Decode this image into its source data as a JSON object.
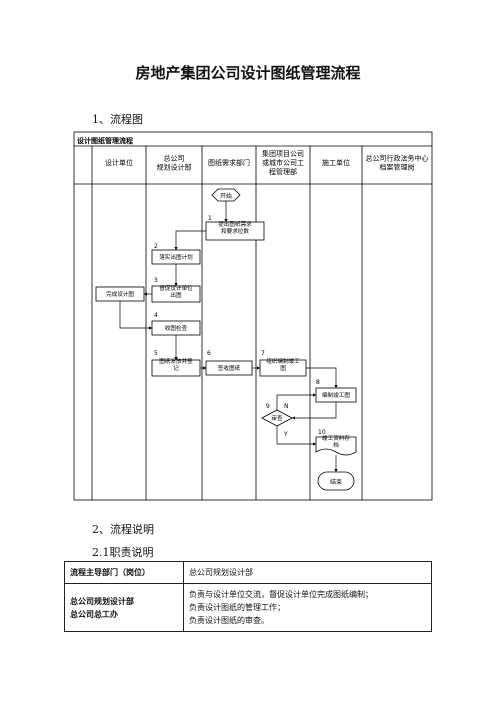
{
  "document": {
    "title": "房地产集团公司设计图纸管理流程",
    "section1": "1、流程图",
    "section2": "2、流程说明",
    "section21": "2.1职责说明"
  },
  "flowchart": {
    "header": "设计图纸管理流程",
    "lanes": [
      "设计单位",
      "总公司\n规划设计部",
      "图纸需求部门",
      "集团项目公司\n或城市公司工\n程管理部",
      "施工单位",
      "总公司行政法务中心\n档案管理岗"
    ],
    "start": "开始",
    "end": "结束",
    "steps": [
      {
        "num": "1",
        "text": "提出图纸需求\n和要求拉数"
      },
      {
        "num": "2",
        "text": "落实出图计划"
      },
      {
        "num": "3",
        "text": "督促设计单位\n出图"
      },
      {
        "num": "",
        "text": "完成设计图"
      },
      {
        "num": "4",
        "text": "收图检查"
      },
      {
        "num": "5",
        "text": "图纸发放并登\n记"
      },
      {
        "num": "6",
        "text": "签收图纸"
      },
      {
        "num": "7",
        "text": "组织编制竣工\n图"
      },
      {
        "num": "8",
        "text": "编制竣工图"
      },
      {
        "num": "9",
        "text": "审查"
      },
      {
        "num": "10",
        "text": "竣工资料存\n档"
      }
    ],
    "decision_no": "N",
    "decision_yes": "Y"
  },
  "responsibility_table": {
    "rows": [
      {
        "left": "流程主导部门（岗位）",
        "right": [
          "总公司规划设计部"
        ]
      },
      {
        "left": "总公司规划设计部\n总公司总工办",
        "right": [
          "负责与设计单位交流，督促设计单位完成图纸编制；",
          "负责设计图纸的管理工作；",
          "负责设计图纸的审查。"
        ]
      }
    ]
  }
}
